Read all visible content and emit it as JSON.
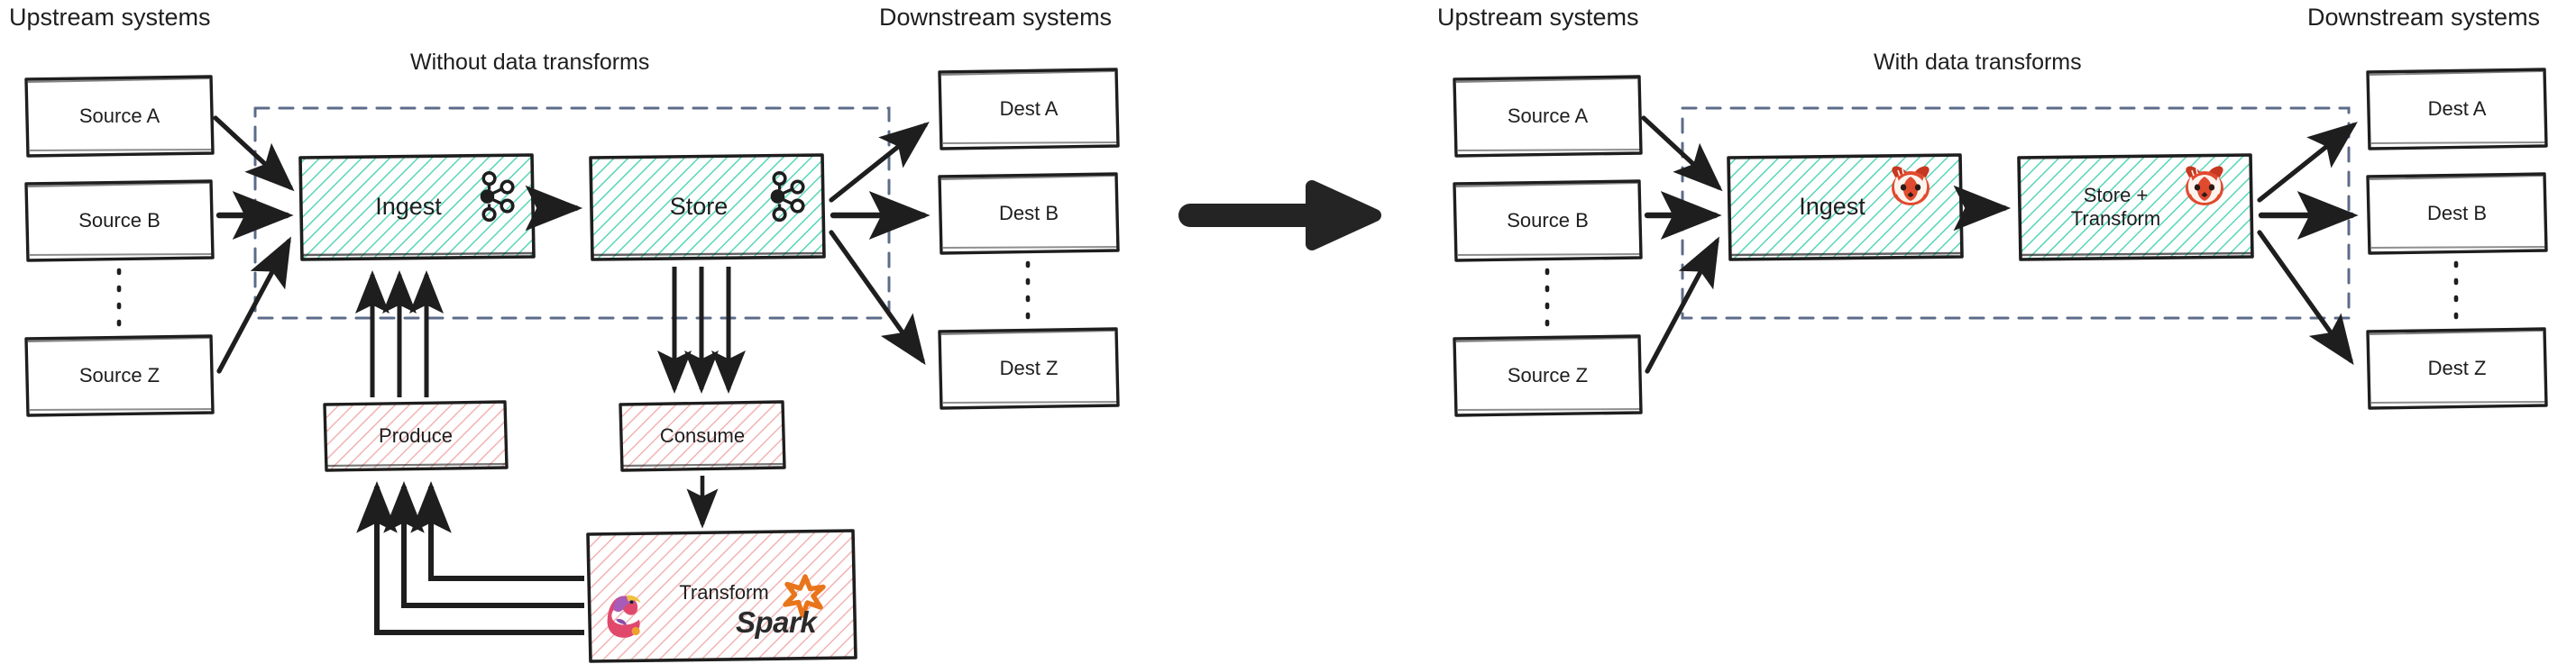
{
  "diagram": {
    "type": "architecture-comparison",
    "style": "hand-drawn-sketch",
    "colors": {
      "stroke": "#1e1e1e",
      "green_fill": "#2ec4a6",
      "green_bg": "#d7f5ec",
      "red_fill": "#f0a6a6",
      "red_bg": "#fdeaea",
      "dashed_boundary": "#5c6b8a",
      "spark_orange": "#e8751a",
      "redpanda_red": "#e04a2f"
    }
  },
  "panels": [
    {
      "id": "without",
      "title": "Without data transforms",
      "upstream_header": "Upstream systems",
      "downstream_header": "Downstream systems",
      "sources": [
        {
          "label": "Source A"
        },
        {
          "label": "Source B"
        },
        {
          "label": "Source Z"
        }
      ],
      "destinations": [
        {
          "label": "Dest A"
        },
        {
          "label": "Dest B"
        },
        {
          "label": "Dest Z"
        }
      ],
      "core_nodes": [
        {
          "label": "Ingest",
          "fill": "green",
          "icon": "kafka-icon"
        },
        {
          "label": "Store",
          "fill": "green",
          "icon": "kafka-icon"
        }
      ],
      "external_nodes": [
        {
          "label": "Produce",
          "fill": "red",
          "icon": null
        },
        {
          "label": "Consume",
          "fill": "red",
          "icon": null
        },
        {
          "label": "Transform",
          "fill": "red",
          "icons": [
            "flink-icon",
            "spark-icon"
          ]
        }
      ],
      "spark_wordmark": "Spark"
    },
    {
      "id": "with",
      "title": "With data transforms",
      "upstream_header": "Upstream systems",
      "downstream_header": "Downstream systems",
      "sources": [
        {
          "label": "Source A"
        },
        {
          "label": "Source B"
        },
        {
          "label": "Source Z"
        }
      ],
      "destinations": [
        {
          "label": "Dest A"
        },
        {
          "label": "Dest B"
        },
        {
          "label": "Dest Z"
        }
      ],
      "core_nodes": [
        {
          "label": "Ingest",
          "fill": "green",
          "icon": "redpanda-icon"
        },
        {
          "label": "Store +\nTransform",
          "line1": "Store +",
          "line2": "Transform",
          "fill": "green",
          "icon": "redpanda-icon"
        }
      ],
      "external_nodes": []
    }
  ],
  "center_arrow": {
    "name": "transition-arrow",
    "direction": "right"
  }
}
